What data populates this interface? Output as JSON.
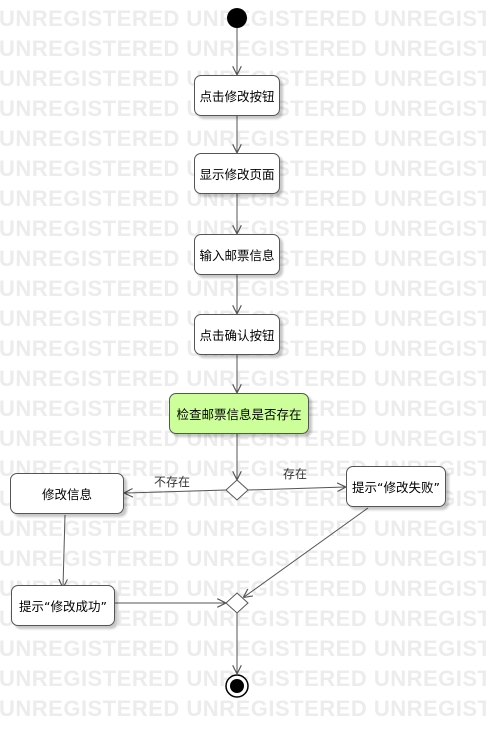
{
  "watermark": {
    "text": "UNREGISTERED UNREGISTERED UNREGISTERED UNREG",
    "lines": 24
  },
  "nodes": {
    "click_edit": "点击修改按钮",
    "show_page": "显示修改页面",
    "input_info": "输入邮票信息",
    "click_confirm": "点击确认按钮",
    "check_exists": "检查邮票信息是否存在",
    "modify_info": "修改信息",
    "prompt_fail": "提示“修改失败”",
    "prompt_success": "提示“修改成功”"
  },
  "edge_labels": {
    "not_exists": "不存在",
    "exists": "存在"
  },
  "colors": {
    "highlight_fill": "#ccff99",
    "line": "#555555"
  }
}
